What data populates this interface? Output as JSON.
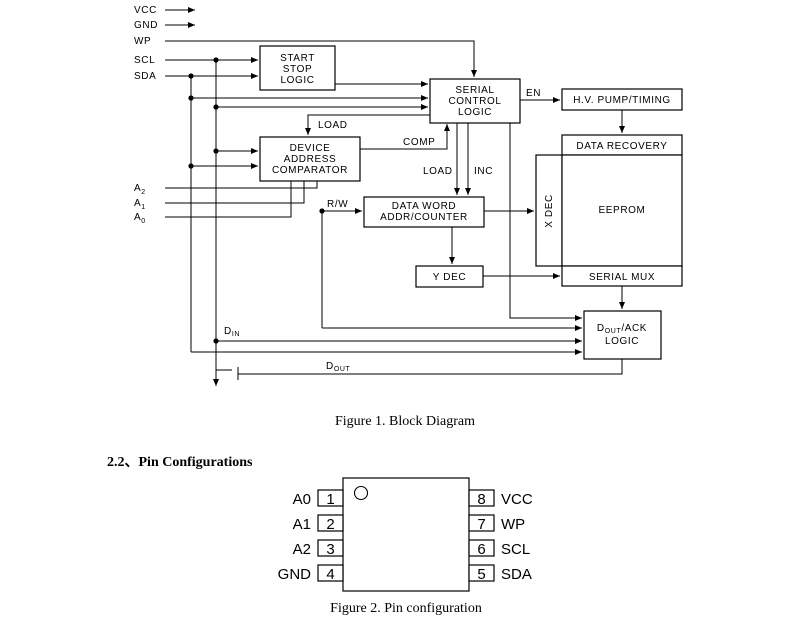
{
  "block_diagram": {
    "signals": {
      "vcc": "VCC",
      "gnd": "GND",
      "wp": "WP",
      "scl": "SCL",
      "sda": "SDA",
      "a2_main": "A",
      "a2_sub": "2",
      "a1_main": "A",
      "a1_sub": "1",
      "a0_main": "A",
      "a0_sub": "0",
      "din_main": "D",
      "din_sub": "IN",
      "dout_main": "D",
      "dout_sub": "OUT"
    },
    "blocks": {
      "start_stop": [
        "START",
        "STOP",
        "LOGIC"
      ],
      "serial_control": [
        "SERIAL",
        "CONTROL",
        "LOGIC"
      ],
      "hv_pump": "H.V. PUMP/TIMING",
      "device_address": [
        "DEVICE",
        "ADDRESS",
        "COMPARATOR"
      ],
      "data_recovery": "DATA RECOVERY",
      "data_word": [
        "DATA WORD",
        "ADDR/COUNTER"
      ],
      "eeprom": "EEPROM",
      "x_dec": "X DEC",
      "y_dec": "Y DEC",
      "serial_mux": "SERIAL MUX",
      "dout_ack_main": "D",
      "dout_ack_sub": "OUT",
      "dout_ack_rest": "/ACK",
      "dout_ack_line2": "LOGIC"
    },
    "wire_labels": {
      "en": "EN",
      "load_top": "LOAD",
      "comp": "COMP",
      "load_mid": "LOAD",
      "inc": "INC",
      "rw": "R/W"
    },
    "caption": "Figure 1. Block Diagram"
  },
  "section_heading": "2.2、Pin Configurations",
  "pin_config": {
    "left_pins": [
      {
        "name": "A0",
        "number": "1"
      },
      {
        "name": "A1",
        "number": "2"
      },
      {
        "name": "A2",
        "number": "3"
      },
      {
        "name": "GND",
        "number": "4"
      }
    ],
    "right_pins": [
      {
        "name": "VCC",
        "number": "8"
      },
      {
        "name": "WP",
        "number": "7"
      },
      {
        "name": "SCL",
        "number": "6"
      },
      {
        "name": "SDA",
        "number": "5"
      }
    ],
    "caption": "Figure 2. Pin configuration"
  }
}
